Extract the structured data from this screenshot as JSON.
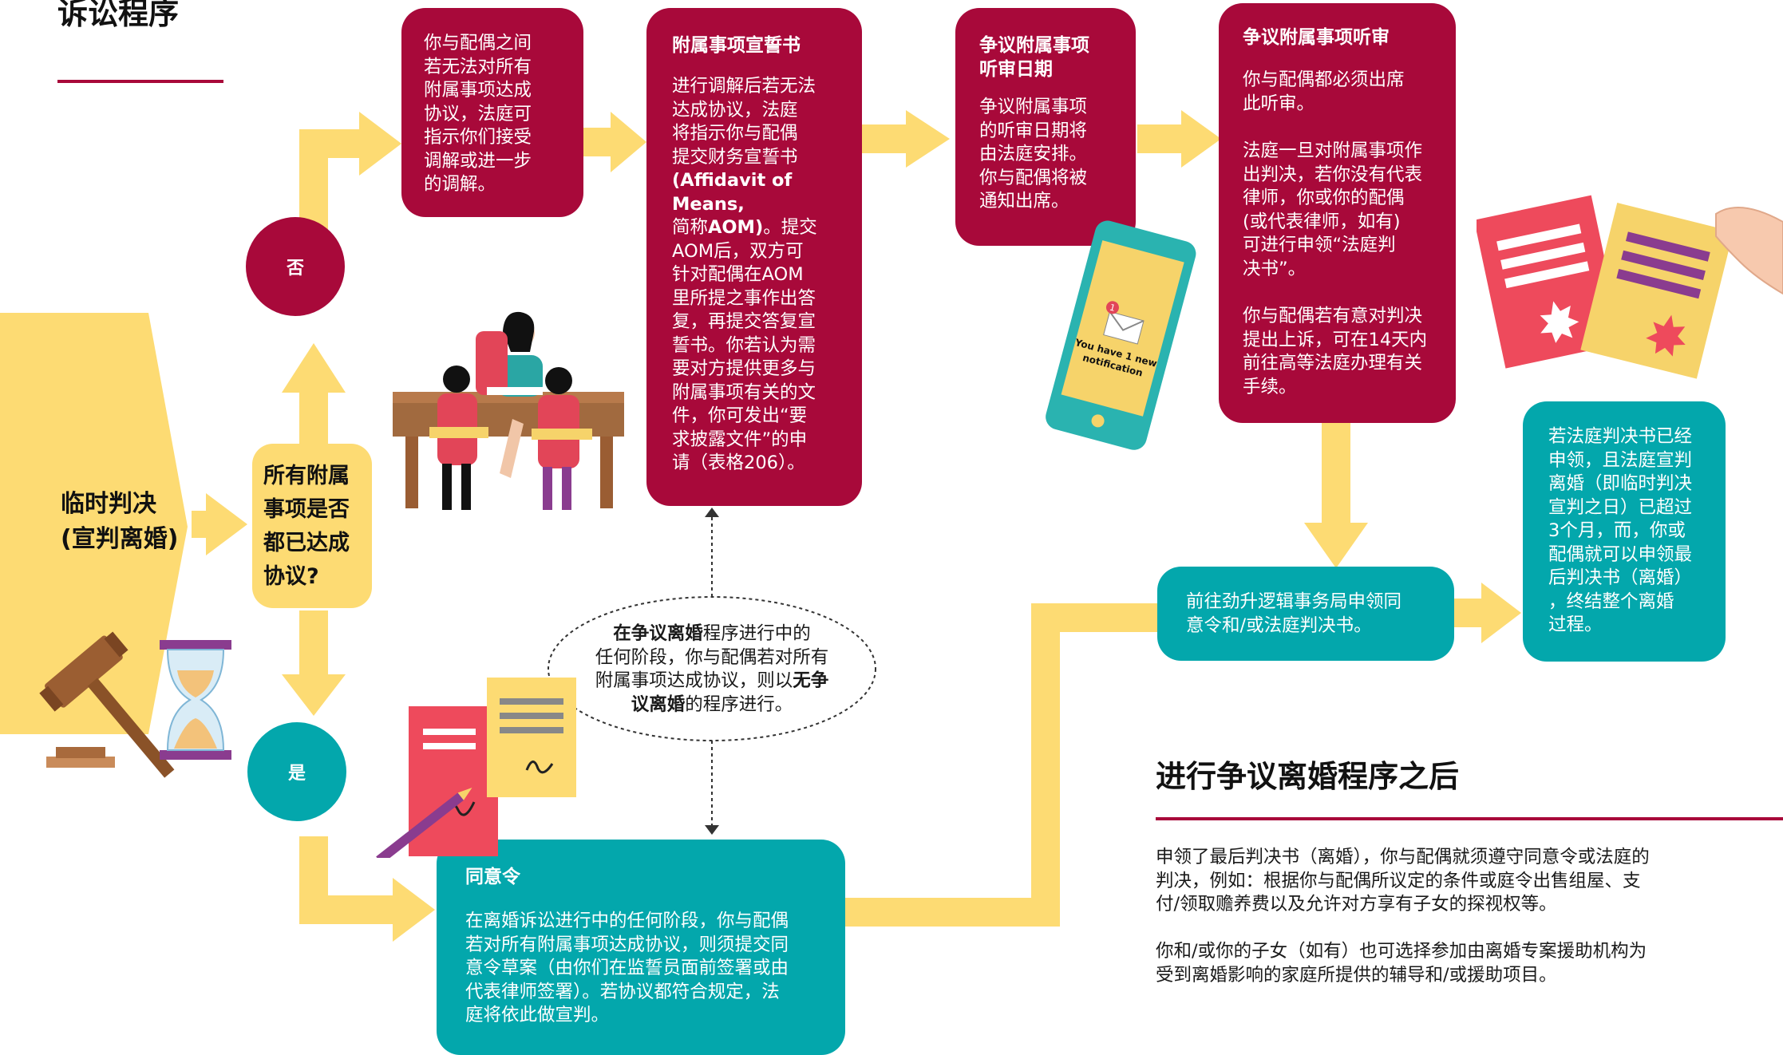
{
  "header": {
    "title": "诉讼程序"
  },
  "interim": {
    "line1": "临时判决",
    "line2": "(宣判离婚)"
  },
  "question": {
    "text": "所有附属\n事项是否\n都已达成\n协议?"
  },
  "no_label": "否",
  "yes_label": "是",
  "box_mediation": {
    "text": "你与配偶之间\n若无法对所有\n附属事项达成\n协议，法庭可\n指示你们接受\n调解或进一步\n的调解。"
  },
  "box_affidavit": {
    "title": "附属事项宣誓书",
    "p1": "进行调解后若无法\n达成协议，法庭\n将指示你与配偶\n提交财务宣誓书",
    "p2_bold": "(Affidavit of Means,",
    "p3a": "简称",
    "p3b": "AOM)",
    "p4": "。提交\nAOM后，双方可\n针对配偶在AOM\n里所提之事作出答\n复，再提交答复宣\n誓书。你若认为需\n要对方提供更多与\n附属事项有关的文\n件，你可发出“要\n求披露文件”的申\n请（表格206）。"
  },
  "box_hearing_date": {
    "title": "争议附属事项\n听审日期",
    "text": "争议附属事项\n的听审日期将\n由法庭安排。\n你与配偶将被\n通知出席。"
  },
  "box_hearing": {
    "title": "争议附属事项听审",
    "p1": "你与配偶都必须出席\n此听审。",
    "p2": "法庭一旦对附属事项作\n出判决，若你没有代表\n律师，你或你的配偶\n(或代表律师，如有)\n可进行申领“法庭判\n决书”。",
    "p3": "你与配偶若有意对判决\n提出上诉，可在14天内\n前往高等法庭办理有关\n手续。"
  },
  "box_final": {
    "text": "若法庭判决书已经\n申领，且法庭宣判\n离婚（即临时判决\n宣判之日）已超过\n3个月，而，你或\n配偶就可以申领最\n后判决书（离婚）\n，终结整个离婚\n过程。"
  },
  "box_apply": {
    "text": "前往劲升逻辑事务局申领同\n意令和/或法庭判决书。"
  },
  "bubble": {
    "b1": "在争议离婚",
    "t1": "程序进行中的\n任何阶段，你与配偶若对所有\n附属事项达成协议，则以",
    "b2": "无争\n议离婚",
    "t2": "的程序进行。"
  },
  "box_consent": {
    "title": "同意令",
    "text": "在离婚诉讼进行中的任何阶段，你与配偶\n若对所有附属事项达成协议，则须提交同\n意令草案（由你们在监誓员面前签署或由\n代表律师签署）。若协议都符合规定，法\n庭将依此做宣判。"
  },
  "after": {
    "title": "进行争议离婚程序之后",
    "p1": "申领了最后判决书（离婚），你与配偶就须遵守同意令或法庭的\n判决，例如：根据你与配偶所议定的条件或庭令出售组屋、支\n付/领取赡养费以及允许对方享有子女的探视权等。",
    "p2": "你和/或你的子女（如有）也可选择参加由离婚专案援助机构为\n受到离婚影响的家庭所提供的辅导和/或援助项目。"
  },
  "phone": {
    "line1": "You have 1 new",
    "line2": "notification",
    "badge": "1"
  },
  "colors": {
    "crimson": "#a8093a",
    "teal": "#03a7ac",
    "yellow": "#fddb73",
    "pink": "#ee4a5c"
  }
}
